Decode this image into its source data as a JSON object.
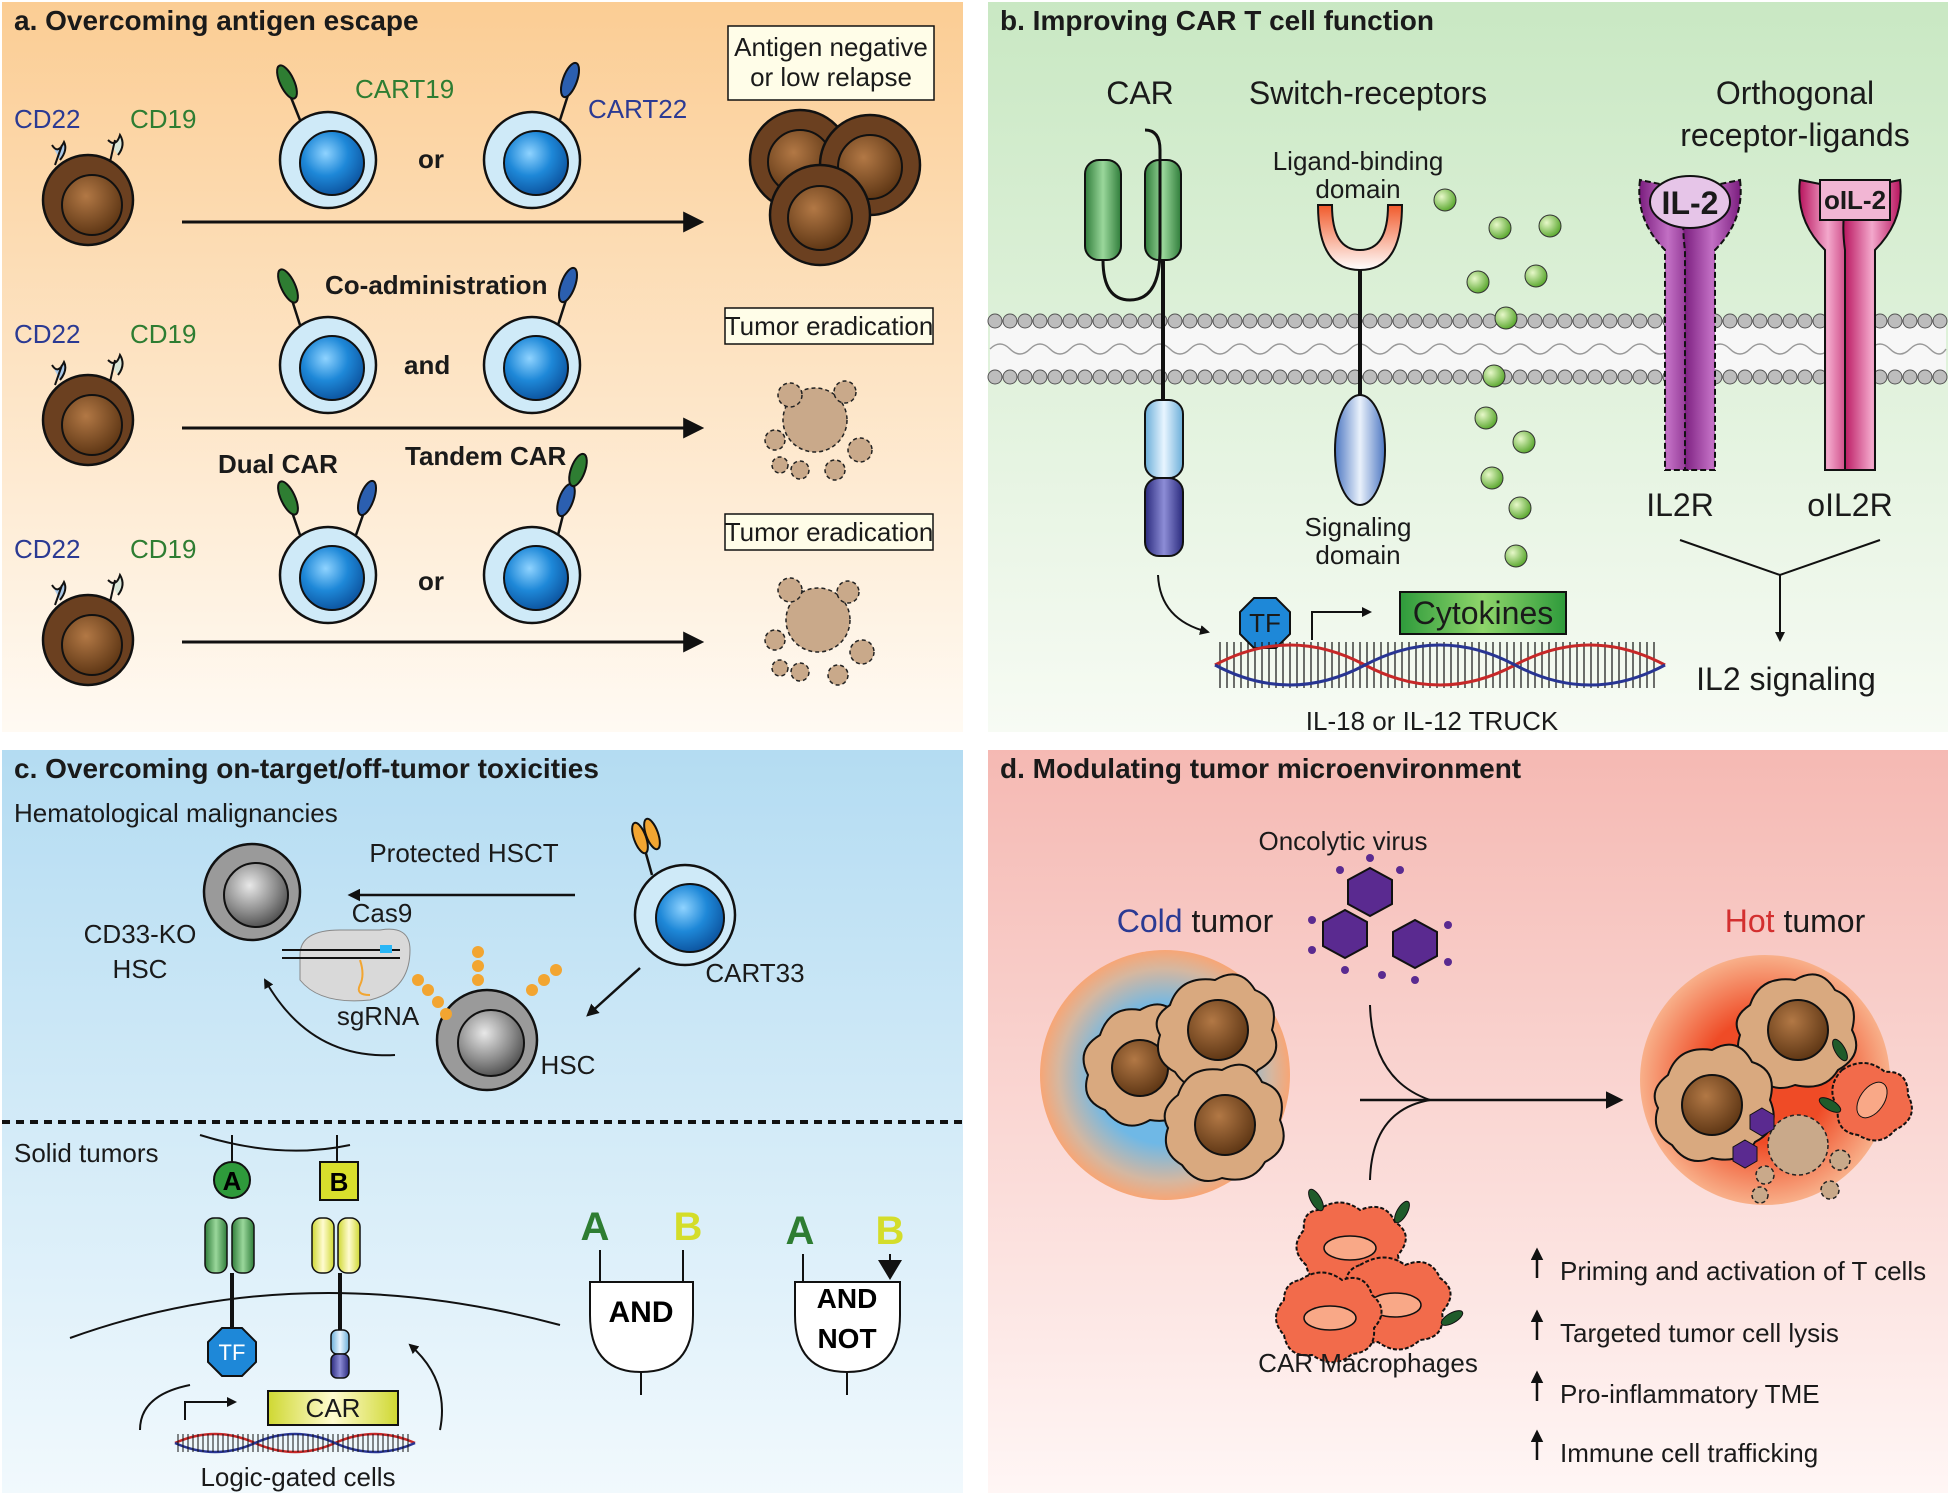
{
  "colors": {
    "panel_a_top": "#fbcd94",
    "panel_a_bottom": "#fffaf3",
    "panel_b_top": "#c9e8c3",
    "panel_b_bottom": "#f7fbf4",
    "panel_c_top": "#b4dcf2",
    "panel_c_bottom": "#f1f9fd",
    "panel_d_top": "#f5b9b3",
    "panel_d_bottom": "#fff6f5",
    "tcell_core": "#1e88d8",
    "tumor": "#7a4a22",
    "car_green": "#3e9a50",
    "cd22_blue": "#2b3a93",
    "cd19_green": "#2e7d32",
    "cold_blue": "#2b3a93",
    "hot_red": "#d32f2f"
  },
  "panel_a": {
    "title": "a. Overcoming antigen escape",
    "row1": {
      "cd22": "CD22",
      "cd19": "CD19",
      "cart19": "CART19",
      "cart22": "CART22",
      "joiner": "or",
      "outcome": [
        "Antigen negative",
        "or low relapse"
      ]
    },
    "row2": {
      "cd22": "CD22",
      "cd19": "CD19",
      "heading": "Co-administration",
      "joiner": "and",
      "outcome": "Tumor eradication"
    },
    "row3": {
      "cd22": "CD22",
      "cd19": "CD19",
      "dual": "Dual CAR",
      "tandem": "Tandem CAR",
      "joiner": "or",
      "outcome": "Tumor eradication"
    }
  },
  "panel_b": {
    "title": "b. Improving CAR T cell function",
    "car": "CAR",
    "switch": "Switch-receptors",
    "ligand_binding": [
      "Ligand-binding",
      "domain"
    ],
    "signaling": [
      "Signaling",
      "domain"
    ],
    "orthogonal": [
      "Orthogonal",
      "receptor-ligands"
    ],
    "il2": "IL-2",
    "oil2": "oIL-2",
    "il2r": "IL2R",
    "oil2r": "oIL2R",
    "il2_signaling": "IL2 signaling",
    "tf": "TF",
    "cytokines": "Cytokines",
    "truck": "IL-18 or IL-12 TRUCK"
  },
  "panel_c": {
    "title": "c. Overcoming on-target/off-tumor toxicities",
    "heme": "Hematological malignancies",
    "protected": "Protected HSCT",
    "cd33ko": [
      "CD33-KO",
      "HSC"
    ],
    "cas9": "Cas9",
    "sgrna": "sgRNA",
    "cart33": "CART33",
    "hsc": "HSC",
    "solid": "Solid tumors",
    "a": "A",
    "b": "B",
    "tf": "TF",
    "car": "CAR",
    "logic": "Logic-gated cells",
    "and_gate": "AND",
    "andnot_gate": [
      "AND",
      "NOT"
    ]
  },
  "panel_d": {
    "title": "d. Modulating tumor microenvironment",
    "oncolytic": "Oncolytic virus",
    "cold_word": "Cold",
    "hot_word": "Hot",
    "tumor_word": "tumor",
    "macrophages": "CAR Macrophages",
    "effects": [
      "Priming and activation of T cells",
      "Targeted tumor cell lysis",
      "Pro-inflammatory TME",
      "Immune cell trafficking"
    ]
  }
}
